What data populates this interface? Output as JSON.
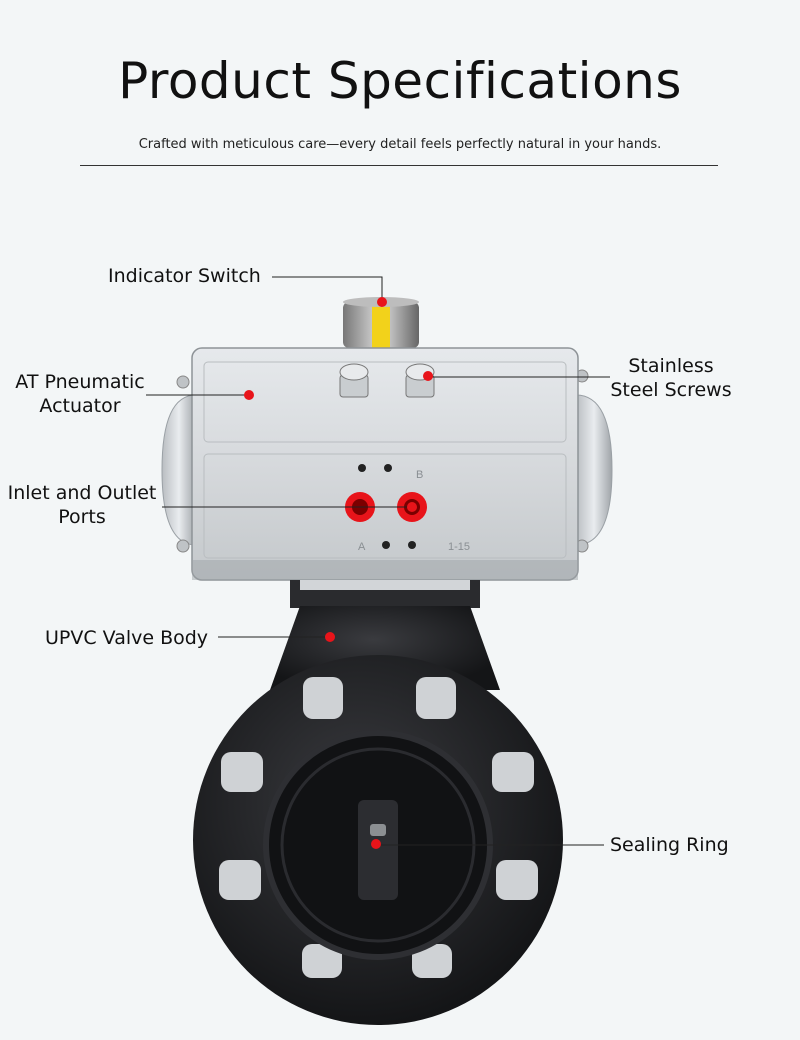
{
  "header": {
    "title": "Product Specifications",
    "subtitle": "Crafted with meticulous care—every detail feels perfectly natural in your hands."
  },
  "callouts": {
    "indicator_switch": "Indicator Switch",
    "actuator_line1": "AT Pneumatic",
    "actuator_line2": "Actuator",
    "screws_line1": "Stainless",
    "screws_line2": "Steel Screws",
    "ports_line1": "Inlet and Outlet",
    "ports_line2": "Ports",
    "valve_body": "UPVC Valve Body",
    "sealing_ring": "Sealing Ring"
  },
  "actuator_marks": {
    "port_a": "A",
    "port_b": "B",
    "model": "1-15"
  },
  "colors": {
    "background": "#f3f6f7",
    "marker_red": "#e8141a",
    "actuator_gray": "#d9dcdf",
    "valve_black": "#1c1d20",
    "indicator_yellow": "#f2d21b"
  }
}
